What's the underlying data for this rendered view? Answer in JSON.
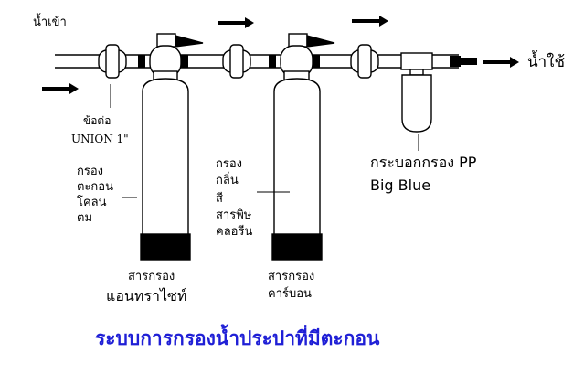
{
  "labels": {
    "water_in": "น้ำเข้า",
    "water_out": "น้ำใช้",
    "union_line1": "ข้อต่อ",
    "union_line2": "UNION 1\"",
    "tank1_desc": [
      "กรอง",
      "ตะกอน",
      "โคลน",
      "ตม"
    ],
    "tank2_desc": [
      "กรอง",
      "กลิ่น",
      "สี",
      "สารพิษ",
      "คลอรีน"
    ],
    "tank1_media": [
      "สารกรอง",
      "แอนทราไซท์"
    ],
    "tank2_media": [
      "สารกรอง",
      "คาร์บอน"
    ],
    "housing": [
      "กระบอกกรอง PP",
      "Big Blue"
    ]
  },
  "title": "ระบบการกรองน้ำประปาที่มีตะกอน",
  "colors": {
    "title": "#1f1fd6",
    "line": "#000000",
    "fill": "#ffffff"
  }
}
